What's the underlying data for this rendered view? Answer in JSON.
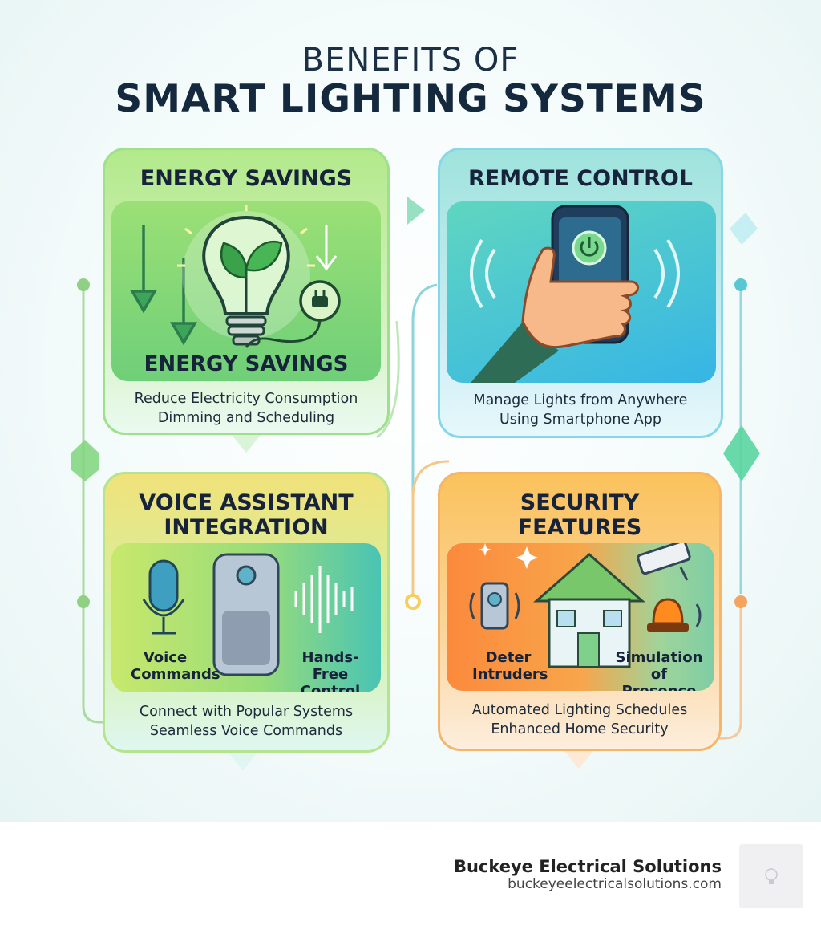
{
  "header": {
    "line1": "BENEFITS OF",
    "line2": "SMART LIGHTING SYSTEMS"
  },
  "cards": {
    "energy": {
      "title": "ENERGY SAVINGS",
      "inner_label": "ENERGY SAVINGS",
      "desc": [
        "Reduce Electricity Consumption",
        "Dimming and Scheduling"
      ]
    },
    "remote": {
      "title": "REMOTE CONTROL",
      "desc": [
        "Manage Lights from Anywhere",
        "Using Smartphone App"
      ]
    },
    "voice": {
      "title": [
        "VOICE ASSISTANT",
        "INTEGRATION"
      ],
      "label_left": [
        "Voice",
        "Commands"
      ],
      "label_right": [
        "Hands-Free",
        "Control"
      ],
      "desc": [
        "Connect with Popular Systems",
        "Seamless Voice Commands"
      ]
    },
    "security": {
      "title": [
        "SECURITY",
        "FEATURES"
      ],
      "label_left": [
        "Deter",
        "Intruders"
      ],
      "label_right": [
        "Simulation",
        "of Presence"
      ],
      "desc": [
        "Automated Lighting Schedules",
        "Enhanced Home Security"
      ]
    }
  },
  "footer": {
    "brand": "Buckeye Electrical Solutions",
    "url": "buckeyeelectricalsolutions.com"
  },
  "colors": {
    "title": "#14283e",
    "energy_accent": "#6ccf5a",
    "remote_accent": "#33b9e0",
    "voice_accent": "#9fd454",
    "security_accent": "#f7a23a"
  }
}
